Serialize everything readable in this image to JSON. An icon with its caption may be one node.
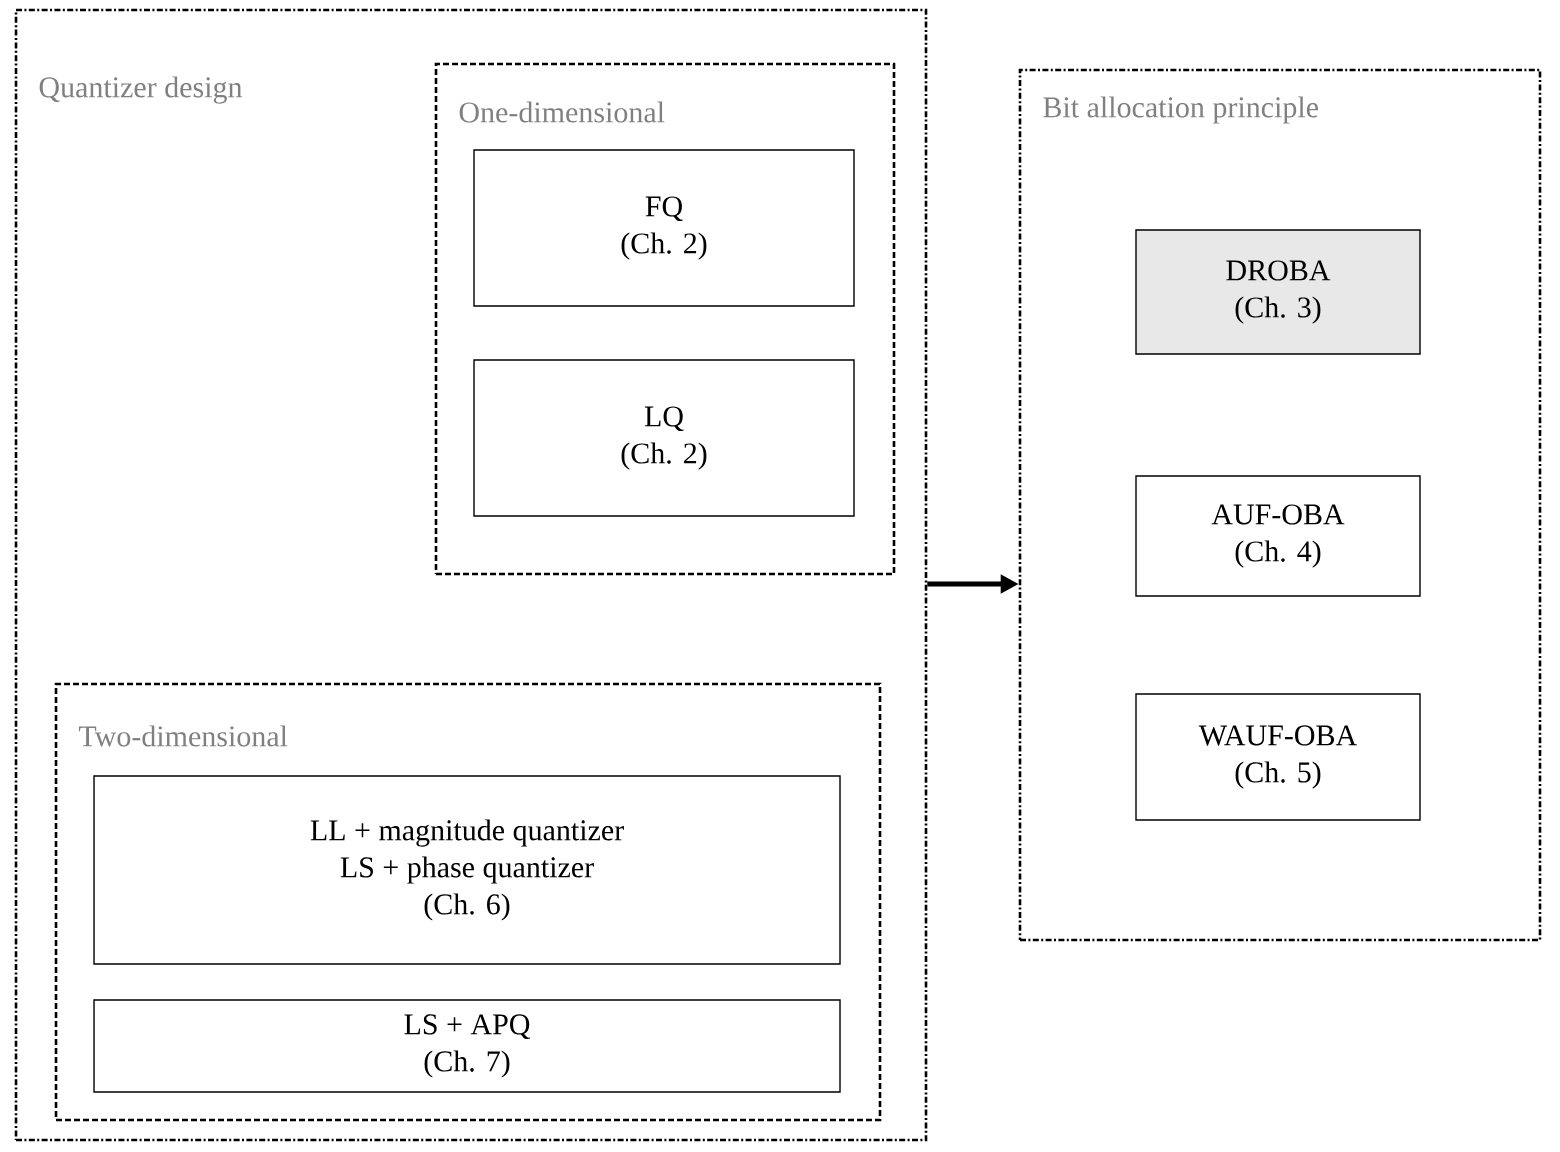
{
  "diagram": {
    "nodes": [
      {
        "text": [
          "Quantizer design"
        ]
      },
      {
        "text": [
          "One-dimensional"
        ],
        "in": 0
      },
      {
        "text": [
          "FQ",
          "(Ch. 2)"
        ],
        "in": 1
      },
      {
        "text": [
          "LQ",
          "(Ch. 2)"
        ],
        "in": 1
      },
      {
        "text": [
          "Two-dimensional"
        ],
        "in": 0
      },
      {
        "text": [
          "LL + magnitude quantizer",
          "LS + phase quantizer",
          "(Ch. 6)"
        ],
        "in": 4
      },
      {
        "text": [
          "LS + APQ",
          "(Ch. 7)"
        ],
        "in": 4
      },
      {
        "text": [
          "Bit allocation principle"
        ]
      },
      {
        "text": [
          "DROBA",
          "(Ch. 3)"
        ],
        "in": 7
      },
      {
        "text": [
          "AUF-OBA",
          "(Ch. 4)"
        ],
        "in": 7
      },
      {
        "text": [
          "WAUF-OBA",
          "(Ch. 5)"
        ],
        "in": 7
      }
    ],
    "edges": [
      {
        "from": 0,
        "to": 7,
        "arrow": "to"
      }
    ]
  }
}
